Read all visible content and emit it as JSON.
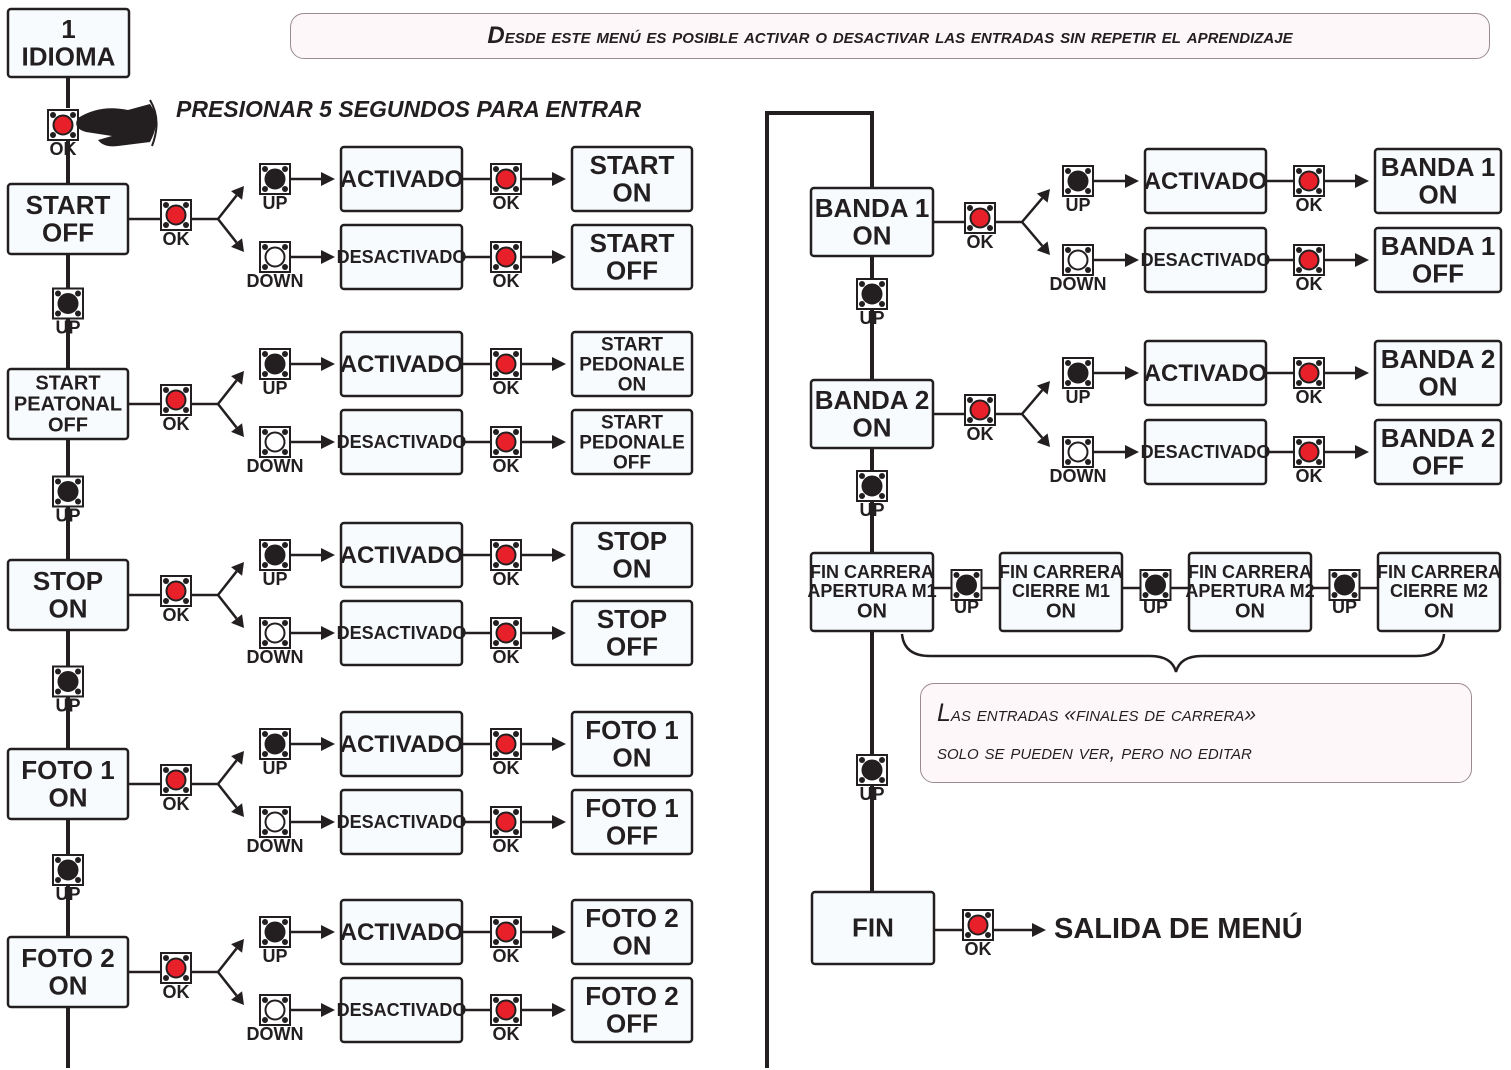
{
  "header_note": {
    "initial": "D",
    "rest": "esde este menú es posible activar o desactivar las entradas sin repetir el aprendizaje"
  },
  "start_menu": {
    "number": "1",
    "label": "IDIOMA"
  },
  "press_instruction": "PRESIONAR 5 SEGUNDOS PARA ENTRAR",
  "buttons": {
    "ok": "OK",
    "up": "UP",
    "down": "DOWN"
  },
  "states": {
    "activated": "ACTIVADO",
    "deactivated": "DESACTIVADO"
  },
  "left_inputs": [
    {
      "label": [
        "START",
        "OFF"
      ],
      "on_result": [
        "START",
        "ON"
      ],
      "off_result": [
        "START",
        "OFF"
      ]
    },
    {
      "label": [
        "START",
        "PEATONAL",
        "OFF"
      ],
      "on_result": [
        "START",
        "PEDONALE",
        "ON"
      ],
      "off_result": [
        "START",
        "PEDONALE",
        "OFF"
      ]
    },
    {
      "label": [
        "STOP",
        "ON"
      ],
      "on_result": [
        "STOP",
        "ON"
      ],
      "off_result": [
        "STOP",
        "OFF"
      ]
    },
    {
      "label": [
        "FOTO 1",
        "ON"
      ],
      "on_result": [
        "FOTO 1",
        "ON"
      ],
      "off_result": [
        "FOTO 1",
        "OFF"
      ]
    },
    {
      "label": [
        "FOTO 2",
        "ON"
      ],
      "on_result": [
        "FOTO 2",
        "ON"
      ],
      "off_result": [
        "FOTO 2",
        "OFF"
      ]
    }
  ],
  "right_inputs": [
    {
      "label": [
        "BANDA 1",
        "ON"
      ],
      "on_result": [
        "BANDA 1",
        "ON"
      ],
      "off_result": [
        "BANDA 1",
        "OFF"
      ]
    },
    {
      "label": [
        "BANDA 2",
        "ON"
      ],
      "on_result": [
        "BANDA 2",
        "ON"
      ],
      "off_result": [
        "BANDA 2",
        "OFF"
      ]
    }
  ],
  "limit_switches": [
    [
      "FIN CARRERA",
      "APERTURA M1",
      "ON"
    ],
    [
      "FIN CARRERA",
      "CIERRE M1",
      "ON"
    ],
    [
      "FIN CARRERA",
      "APERTURA M2",
      "ON"
    ],
    [
      "FIN CARRERA",
      "CIERRE M2",
      "ON"
    ]
  ],
  "limit_note": {
    "line1_initial": "L",
    "line1_rest": "as entradas «finales de carrera»",
    "line2": "solo se pueden ver, pero no editar"
  },
  "end_menu": {
    "label": "FIN",
    "exit_text": "SALIDA DE MENÚ"
  },
  "colors": {
    "red_button": "#e8202a",
    "black_button": "#231f20",
    "box_fill": "#f7fbfd",
    "note_fill": "#fdf7f9"
  },
  "icons": [
    "pointing-hand-icon",
    "red-push-button-icon",
    "black-push-button-icon",
    "white-push-button-icon",
    "arrow-icon",
    "curly-brace-icon"
  ]
}
